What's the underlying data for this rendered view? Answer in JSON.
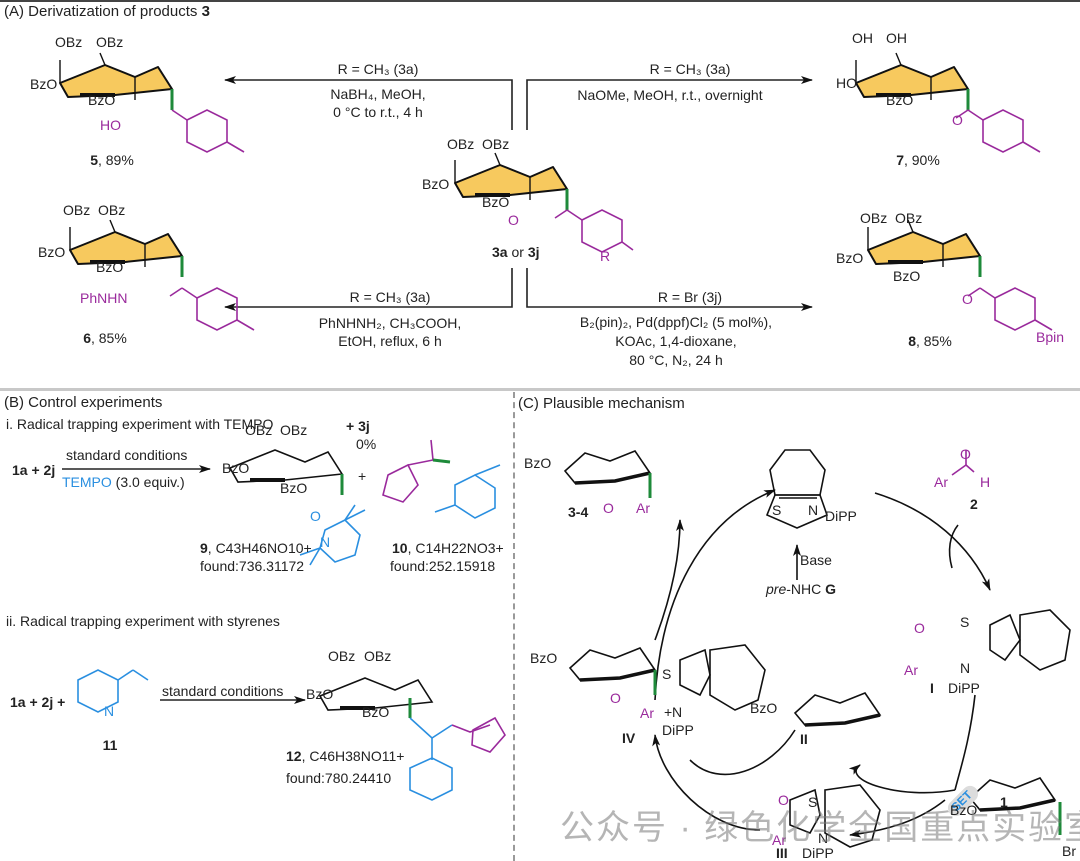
{
  "panelA": {
    "title_prefix": "(A) Derivatization of products ",
    "title_bold": "3",
    "center": {
      "label_a": "3a",
      "label_or": " or ",
      "label_j": "3j",
      "R": "R",
      "O": "O"
    },
    "left_top": {
      "cond_r": "R = CH₃ (3a)",
      "cond_1": "NaBH₄, MeOH,",
      "cond_2": "0 °C to r.t., 4 h",
      "product_num": "5",
      "yield": ", 89%",
      "HO": "HO"
    },
    "right_top": {
      "cond_r": "R = CH₃ (3a)",
      "cond_1": "NaOMe, MeOH, r.t., overnight",
      "product_num": "7",
      "yield": ", 90%",
      "O": "O"
    },
    "left_bottom": {
      "cond_r": "R = CH₃ (3a)",
      "cond_1": "PhNHNH₂, CH₃COOH,",
      "cond_2": "EtOH, reflux, 6 h",
      "product_num": "6",
      "yield": ", 85%",
      "PhNHN": "PhNHN"
    },
    "right_bottom": {
      "cond_r": "R = Br (3j)",
      "cond_1": "B₂(pin)₂, Pd(dppf)Cl₂ (5 mol%),",
      "cond_2": "KOAc, 1,4-dioxane,",
      "cond_3": "80 °C, N₂, 24 h",
      "product_num": "8",
      "yield": ", 85%",
      "Bpin": "Bpin",
      "O": "O"
    },
    "sugar_labels": {
      "obz": "OBz",
      "obz2": "OBz",
      "bzo_left": "BzO",
      "bzo_bottom": "BzO",
      "ring_o": "O",
      "oh": "OH",
      "oh2": "OH",
      "ho": "HO"
    }
  },
  "panelB": {
    "title_prefix": "(B)",
    "title": " Control experiments",
    "sub_i": "i. Radical trapping experiment with TEMPO",
    "i_reactants": "1a + 2j",
    "i_cond_top": "standard conditions",
    "i_cond_bottom_blue": "TEMPO",
    "i_cond_bottom_rest": " (3.0 equiv.)",
    "i_plus_3j": "+ 3j",
    "i_zero": "0%",
    "i_plus": "+",
    "p9_num": "9",
    "p9_formula": ", C43H46NO10+",
    "p9_found": "found:736.31172",
    "p10_num": "10",
    "p10_formula": ", C14H22NO3+",
    "p10_found": "found:252.15918",
    "sub_ii": "ii.  Radical trapping experiment with styrenes",
    "ii_reactants": "1a + 2j +",
    "ii_cond": "standard conditions",
    "ii_reagent_num": "11",
    "p12_num": "12",
    "p12_formula": ", C46H38NO11+",
    "p12_found": "found:780.24410",
    "atoms": {
      "N": "N",
      "O": "O"
    }
  },
  "panelC": {
    "title_prefix": "(C)",
    "title": " Plausible mechanism",
    "product_label": "3-4",
    "O": "O",
    "Ar": "Ar",
    "H": "H",
    "aldehyde_num": "2",
    "nhc_S": "S",
    "nhc_N": "N",
    "dipp": "DiPP",
    "base": "Base",
    "pre_nhc_italic": "pre",
    "pre_nhc_rest": "-NHC ",
    "pre_nhc_bold": "G",
    "int_I": "I",
    "int_II": "II",
    "int_III": "III",
    "int_IV": "IV",
    "set": "SET",
    "sub_1": "1",
    "bzo": "BzO",
    "br": "Br",
    "plus": "+",
    "minus": "−"
  },
  "watermark": {
    "text": "公众号 · 绿色化学全国重点实验室"
  },
  "colors": {
    "sugar_fill": "#f7c95e",
    "purple": "#9a2a9c",
    "green": "#1e8a3a",
    "blue": "#2a8fe0",
    "frame": "#555555"
  }
}
